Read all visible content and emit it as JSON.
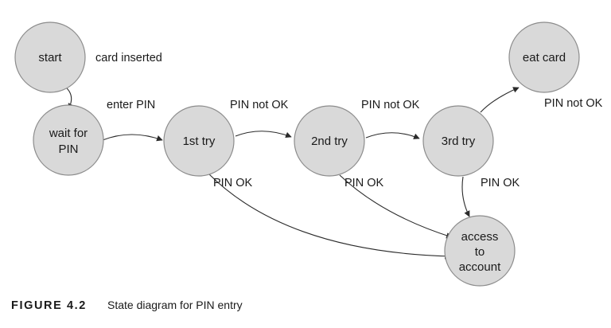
{
  "states": {
    "start": [
      "start"
    ],
    "wait": [
      "wait for",
      "PIN"
    ],
    "try1": [
      "1st try"
    ],
    "try2": [
      "2nd try"
    ],
    "try3": [
      "3rd try"
    ],
    "eat": [
      "eat card"
    ],
    "access": [
      "access",
      "to",
      "account"
    ]
  },
  "transitions": {
    "card_inserted": "card inserted",
    "enter_pin": "enter PIN",
    "pin_not_ok_1": "PIN not OK",
    "pin_not_ok_2": "PIN not OK",
    "pin_not_ok_3": "PIN not OK",
    "pin_ok_1": "PIN OK",
    "pin_ok_2": "PIN OK",
    "pin_ok_3": "PIN OK"
  },
  "caption": {
    "figure": "FIGURE 4.2",
    "text": "State diagram for PIN entry"
  },
  "colors": {
    "state_fill": "#d9d9d9",
    "state_stroke": "#8c8c8c",
    "line": "#2a2a2a"
  }
}
